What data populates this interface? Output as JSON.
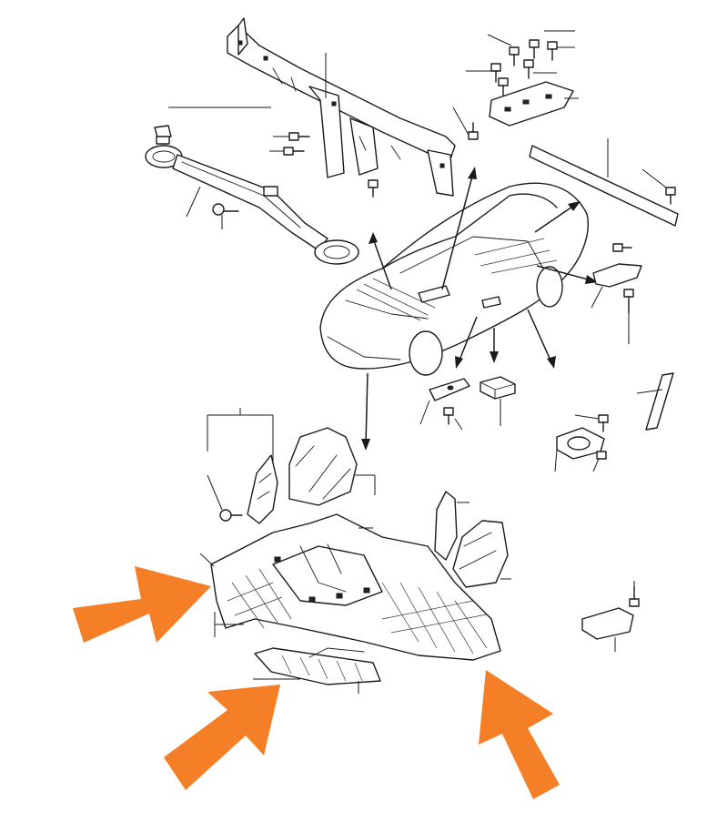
{
  "diagram": {
    "colors": {
      "ink": "#1a1a1a",
      "highlight_arrow": "#f47f26",
      "background": "#ffffff"
    },
    "highlight_arrows": [
      {
        "name": "left-upper",
        "points_to": "under-cover-left-edge"
      },
      {
        "name": "left-lower",
        "points_to": "front-splash-shield"
      },
      {
        "name": "right-lower",
        "points_to": "under-cover-right-edge"
      }
    ],
    "icons": [
      "car-body-outline-icon",
      "bolt-icon",
      "nut-icon",
      "clip-icon"
    ]
  }
}
